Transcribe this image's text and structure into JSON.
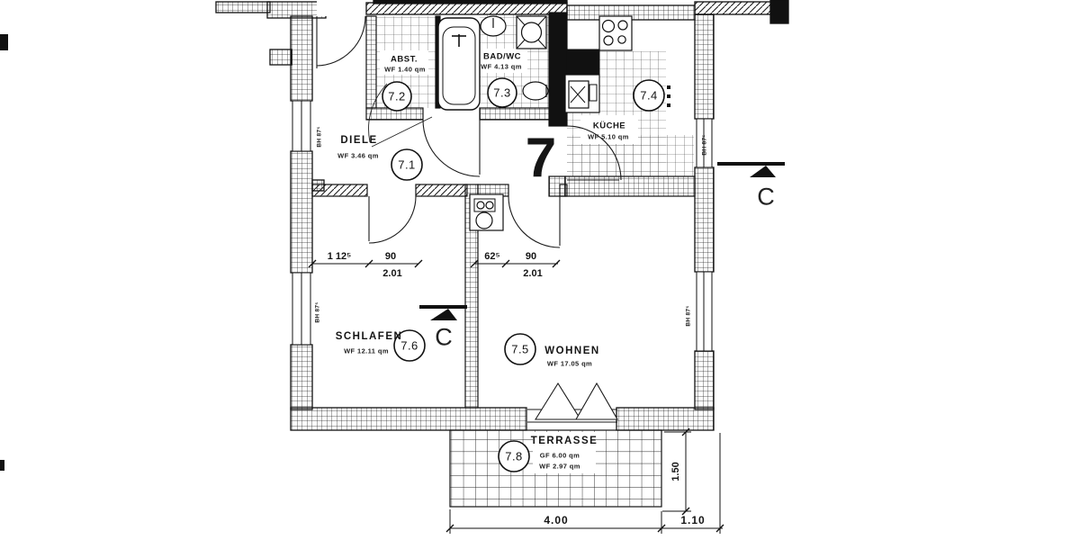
{
  "meta": {
    "apartment_number": "7",
    "drawing_type": "floor-plan"
  },
  "rooms": {
    "diele": {
      "name": "DIELE",
      "area": "WF 3.46 qm",
      "number": "7.1"
    },
    "abst": {
      "name": "ABST.",
      "area": "WF 1.40 qm",
      "number": "7.2"
    },
    "bad": {
      "name": "BAD/WC",
      "area": "WF 4.13 qm",
      "number": "7.3"
    },
    "kueche": {
      "name": "KÜCHE",
      "area": "WF 5.10 qm",
      "number": "7.4"
    },
    "wohnen": {
      "name": "WOHNEN",
      "area": "WF 17.05 qm",
      "number": "7.5"
    },
    "schlafen": {
      "name": "SCHLAFEN",
      "area": "WF 12.11 qm",
      "number": "7.6"
    },
    "terrasse": {
      "name": "TERRASSE",
      "area_gf": "GF 6.00 qm",
      "area_wf": "WF 2.97 qm",
      "number": "7.8"
    }
  },
  "dimensions": {
    "schlafen_door": {
      "offset": "1 12⁵",
      "width": "90",
      "total": "2.01"
    },
    "wohnen_door": {
      "offset": "62⁵",
      "width": "90",
      "total": "2.01"
    },
    "terrace_width": "4.00",
    "right_offset": "1.10",
    "terrace_depth": "1.50"
  },
  "sills": {
    "left_upper": "BH 87⁵",
    "left_lower": "BH 87⁵",
    "kitchen": "BH 87⁵",
    "wohnen": "BH 87⁵"
  },
  "section": {
    "interior": "C",
    "exterior": "C"
  },
  "colors": {
    "ink": "#151515",
    "paper": "#ffffff"
  }
}
